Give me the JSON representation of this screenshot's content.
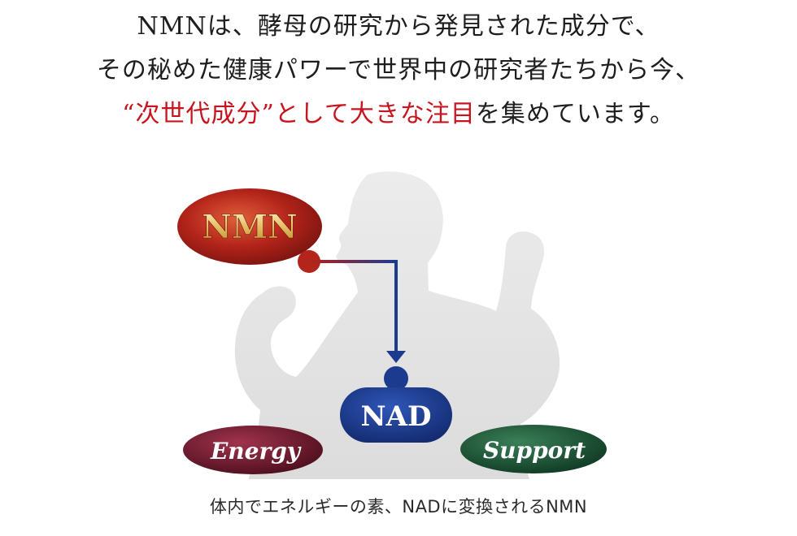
{
  "headline": {
    "line1": "NMNは、酵母の研究から発見された成分で、",
    "line2": "その秘めた健康パワーで世界中の研究者たちから今、",
    "line3_accent": "“次世代成分”として大きな注目",
    "line3_rest": "を集めています。"
  },
  "diagram": {
    "nmn_label": "NMN",
    "nad_label": "NAD",
    "energy_label": "Energy",
    "support_label": "Support"
  },
  "caption": "体内でエネルギーの素、NADに変換されるNMN",
  "colors": {
    "accent_text": "#c8141e",
    "nmn_red": "#b3241a",
    "nad_blue": "#1c3a8e",
    "energy_maroon": "#6e1a2e",
    "support_green": "#1d5236",
    "silhouette": "#e3e3e3"
  }
}
